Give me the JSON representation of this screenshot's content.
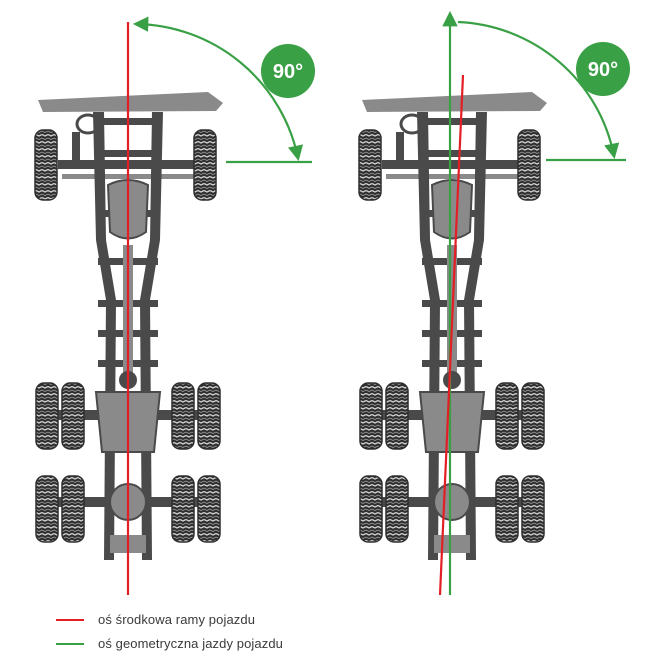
{
  "colors": {
    "frame": "#4a4a4a",
    "frame_light": "#8a8a8a",
    "tire": "#2e2e2e",
    "tread": "#bdbdbd",
    "green": "#3aa046",
    "red": "#e31e24",
    "badge_text": "#ffffff"
  },
  "diagrams": [
    {
      "angle_label": "90°"
    },
    {
      "angle_label": "90°"
    }
  ],
  "legend": [
    {
      "label": "oś środkowa ramy pojazdu",
      "color": "#e31e24"
    },
    {
      "label": "oś geometryczna jazdy pojazdu",
      "color": "#3aa046"
    }
  ]
}
